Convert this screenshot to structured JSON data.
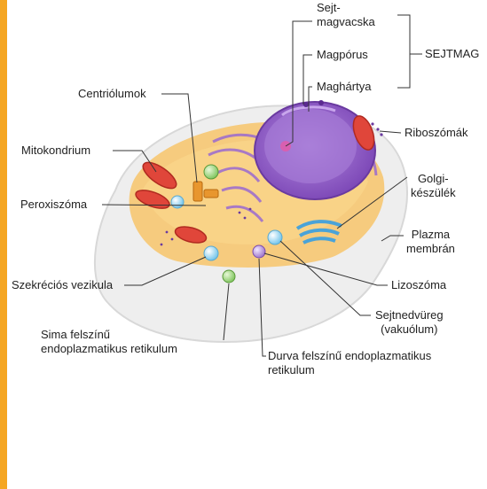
{
  "labels": {
    "sejtmagvacska": "Sejt-\nmagvacska",
    "magporus": "Magpórus",
    "maghartya": "Maghártya",
    "sejtmag": "SEJTMAG",
    "centriolumok": "Centriólumok",
    "mitokondrium": "Mitokondrium",
    "riboszomak": "Riboszómák",
    "golgi": "Golgi-\nkészülék",
    "peroxiszoma": "Peroxiszóma",
    "plazma_membran": "Plazma\nmembrán",
    "szekrecios_vezikula": "Szekréciós vezikula",
    "lizoszoma": "Lizoszóma",
    "sejtnedvureg": "Sejtnedvüreg\n(vakuólum)",
    "sima_er": "Sima felszínű\nendoplazmatikus retikulum",
    "durva_er": "Durva felszínű endoplazmatikus\nretikulum"
  },
  "colors": {
    "accent": "#f5a623",
    "membrane": "#f2f2f2",
    "cytoplasm": "#f7c46a",
    "nucleus": "#8e5bc4",
    "mitochondrion": "#e0463a",
    "golgi": "#4aa3d8",
    "vesicle": "#8fd4f0"
  }
}
